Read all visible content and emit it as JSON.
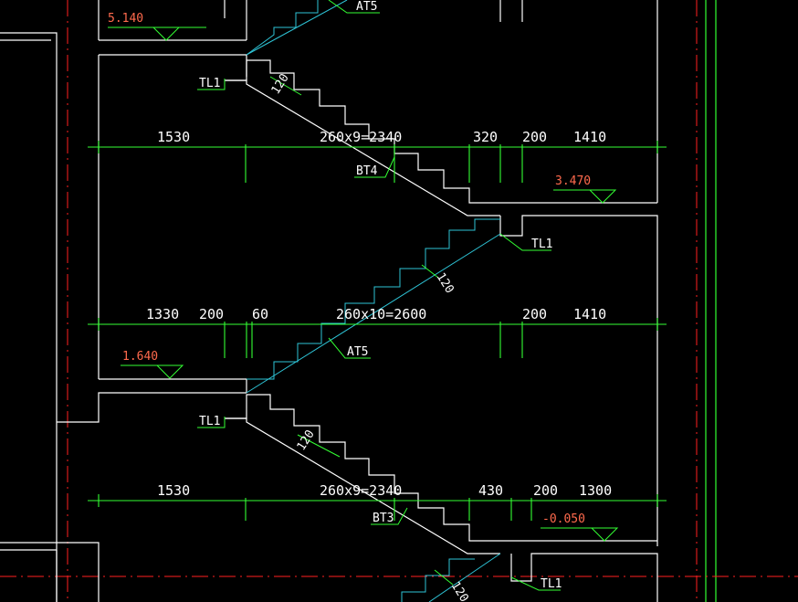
{
  "drawing": {
    "elevations": [
      "5.140",
      "3.470",
      "1.640",
      "-0.050"
    ],
    "labels": {
      "at_top": "AT5",
      "at_mid": "AT5",
      "bt4": "BT4",
      "bt3": "BT3",
      "tl1": "TL1"
    },
    "tags": {
      "t120": "120"
    },
    "rows": {
      "row1": [
        "1530",
        "260x9=2340",
        "320",
        "200",
        "1410"
      ],
      "row2": [
        "1330",
        "200",
        "60",
        "260x10=2600",
        "200",
        "1410"
      ],
      "row3": [
        "1530",
        "260x9=2340",
        "430",
        "200",
        "1300"
      ]
    }
  },
  "colors": {
    "background": "#000000",
    "wall": "#ffffff",
    "dimension": "#33ff33",
    "stair_hidden": "#2ec4d6",
    "axis": "#ff2020",
    "elevation_text": "#ff6a4d",
    "frame_border": "#33ff33"
  }
}
